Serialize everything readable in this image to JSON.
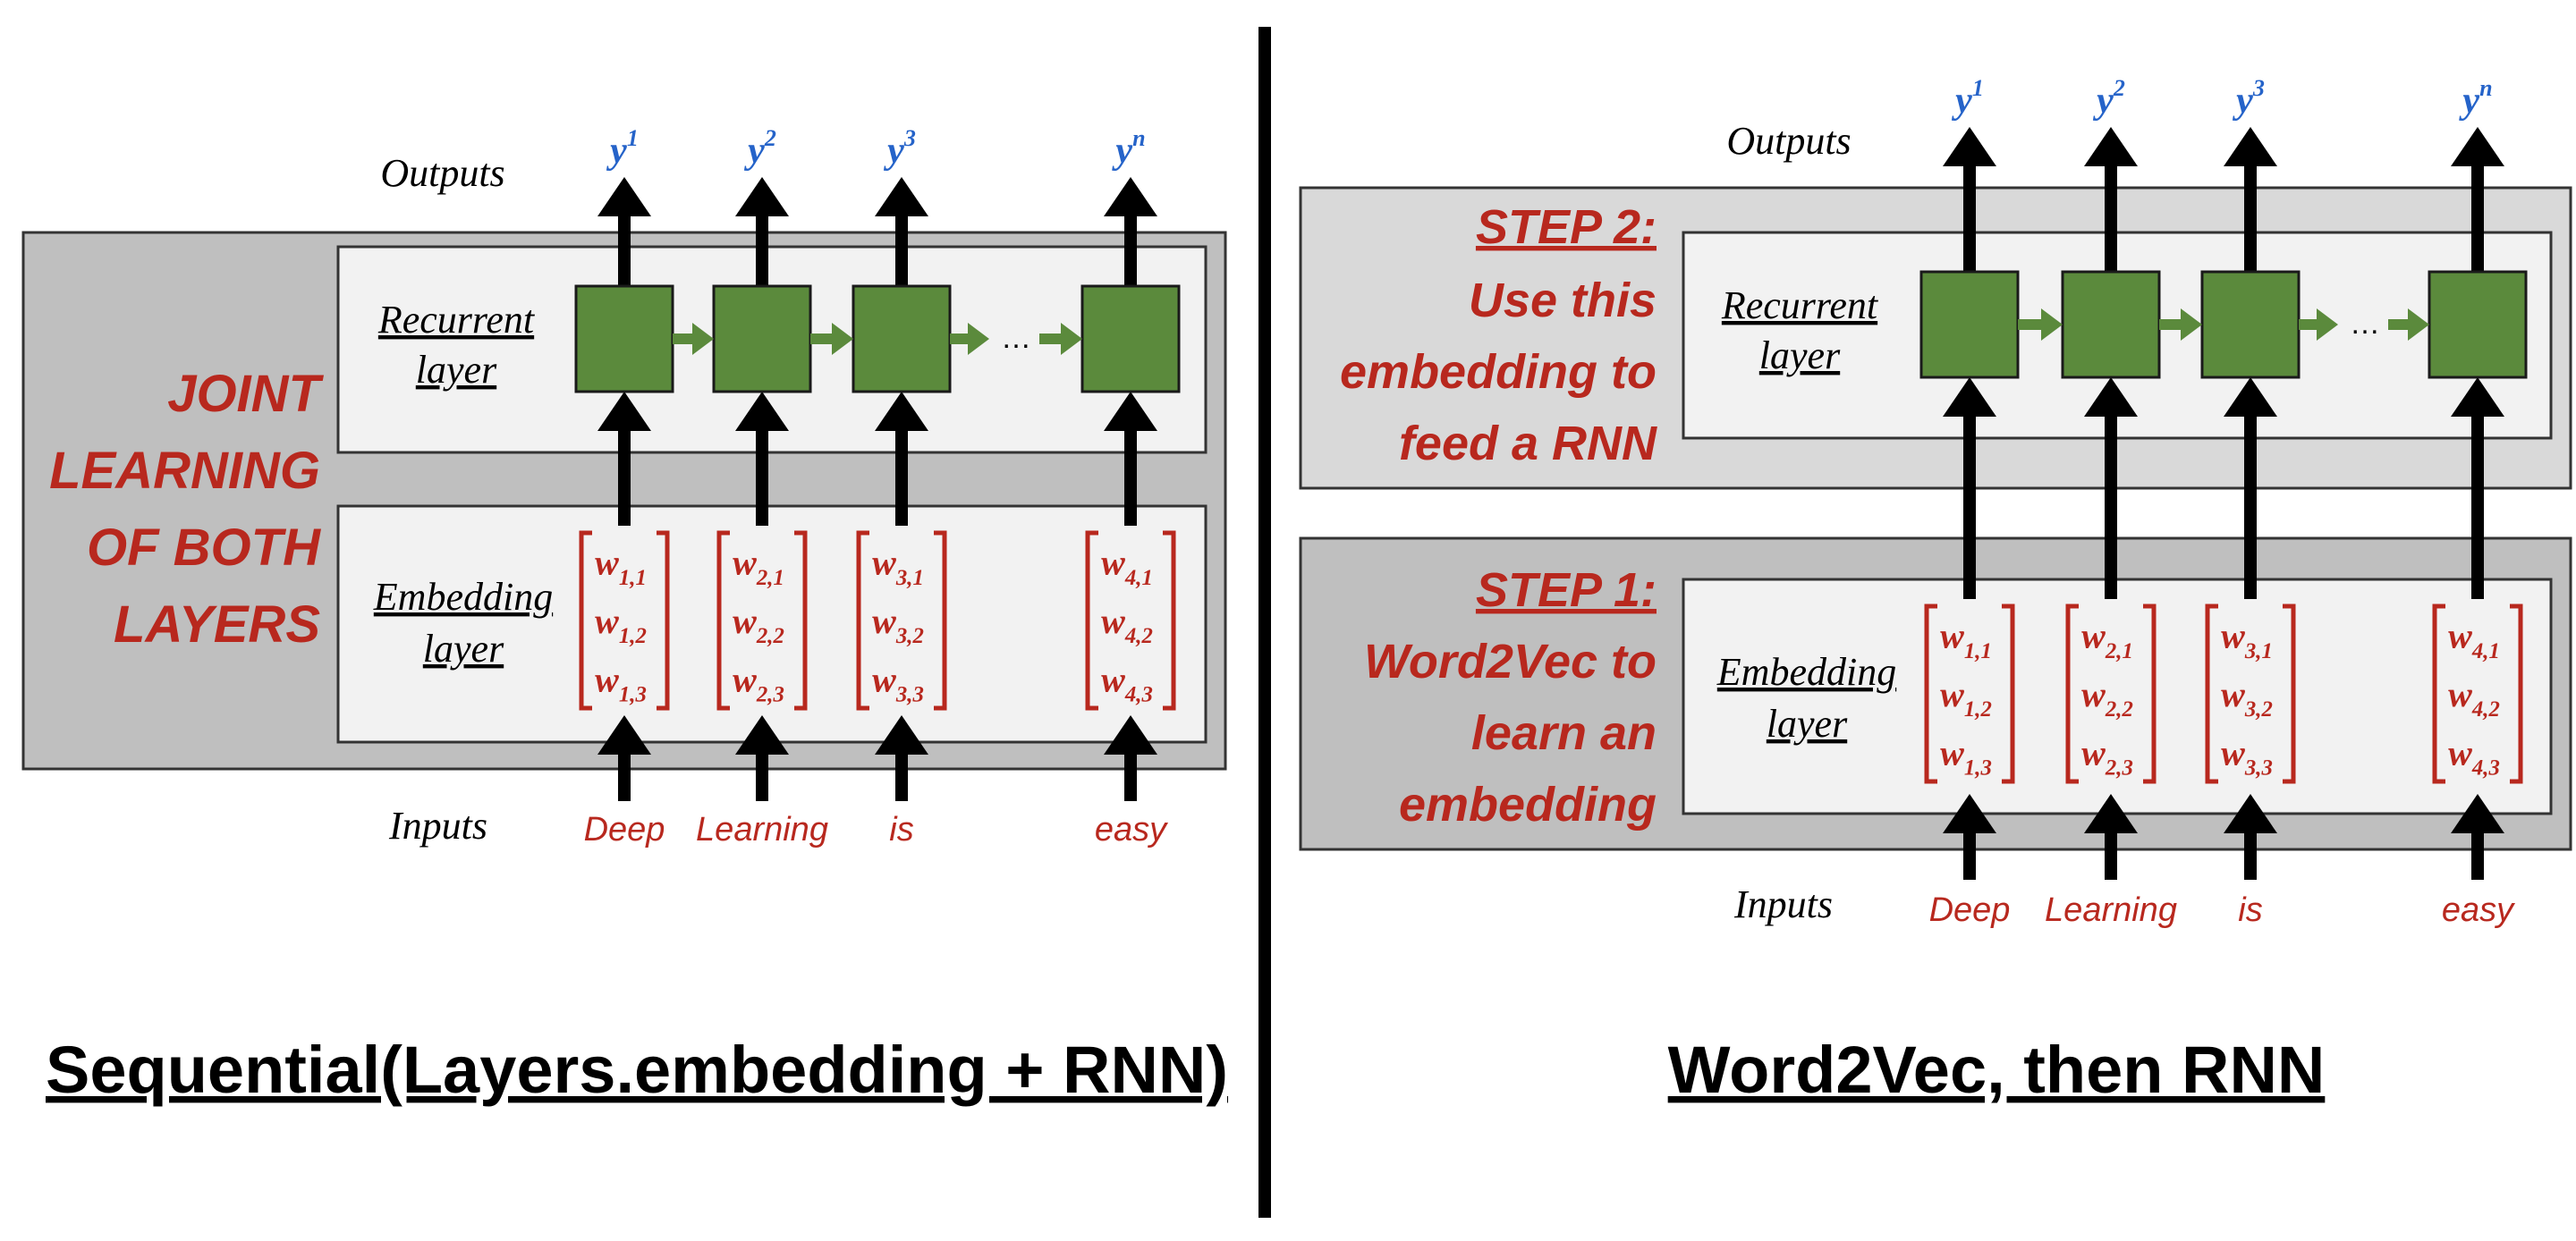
{
  "colors": {
    "outer_panel": "#bfbfbf",
    "outer_panel_light": "#d9d9d9",
    "inner_panel": "#f2f2f2",
    "cell": "#5b8a3c",
    "accent_red": "#b8281e",
    "output_blue": "#2563c9",
    "arrow": "#000000"
  },
  "left": {
    "outputs_label": "Outputs",
    "inputs_label": "Inputs",
    "recurrent_label": [
      "Recurrent",
      "layer"
    ],
    "embedding_label": [
      "Embedding",
      "layer"
    ],
    "side_text": [
      "JOINT",
      "LEARNING",
      "OF BOTH",
      "LAYERS"
    ],
    "title": "Sequential(Layers.embedding + RNN)"
  },
  "right": {
    "outputs_label": "Outputs",
    "inputs_label": "Inputs",
    "recurrent_label": [
      "Recurrent",
      "layer"
    ],
    "embedding_label": [
      "Embedding",
      "layer"
    ],
    "step2_heading": "STEP 2:",
    "step2_text": [
      "Use this",
      "embedding to",
      "feed a RNN"
    ],
    "step1_heading": "STEP 1:",
    "step1_text": [
      "Word2Vec to",
      "learn an",
      "embedding"
    ],
    "title": "Word2Vec, then RNN"
  },
  "ellipsis": "…",
  "inputs": [
    "Deep",
    "Learning",
    "is",
    "easy"
  ],
  "outputs": [
    {
      "base": "y",
      "sup": "1"
    },
    {
      "base": "y",
      "sup": "2"
    },
    {
      "base": "y",
      "sup": "3"
    },
    {
      "base": "y",
      "sup": "n"
    }
  ],
  "embeddings_left": [
    [
      {
        "b": "w",
        "s": "1,1"
      },
      {
        "b": "w",
        "s": "1,2"
      },
      {
        "b": "w",
        "s": "1,3"
      }
    ],
    [
      {
        "b": "w",
        "s": "2,1"
      },
      {
        "b": "w",
        "s": "2,2"
      },
      {
        "b": "w",
        "s": "2,3"
      }
    ],
    [
      {
        "b": "w",
        "s": "3,1"
      },
      {
        "b": "w",
        "s": "3,2"
      },
      {
        "b": "w",
        "s": "3,3"
      }
    ],
    [
      {
        "b": "w",
        "s": "4,1"
      },
      {
        "b": "w",
        "s": "4,2"
      },
      {
        "b": "w",
        "s": "4,3"
      }
    ]
  ],
  "embeddings_right": [
    [
      {
        "b": "w",
        "s": "1,1"
      },
      {
        "b": "w",
        "s": "1,2"
      },
      {
        "b": "w",
        "s": "1,3"
      }
    ],
    [
      {
        "b": "w",
        "s": "2,1"
      },
      {
        "b": "w",
        "s": "2,2"
      },
      {
        "b": "w",
        "s": "2,3"
      }
    ],
    [
      {
        "b": "w",
        "s": "3,1"
      },
      {
        "b": "w",
        "s": "3,2"
      },
      {
        "b": "w",
        "s": "3,3"
      }
    ],
    [
      {
        "b": "w",
        "s": "4,1"
      },
      {
        "b": "w",
        "s": "4,2"
      },
      {
        "b": "w",
        "s": "4,3"
      }
    ]
  ]
}
